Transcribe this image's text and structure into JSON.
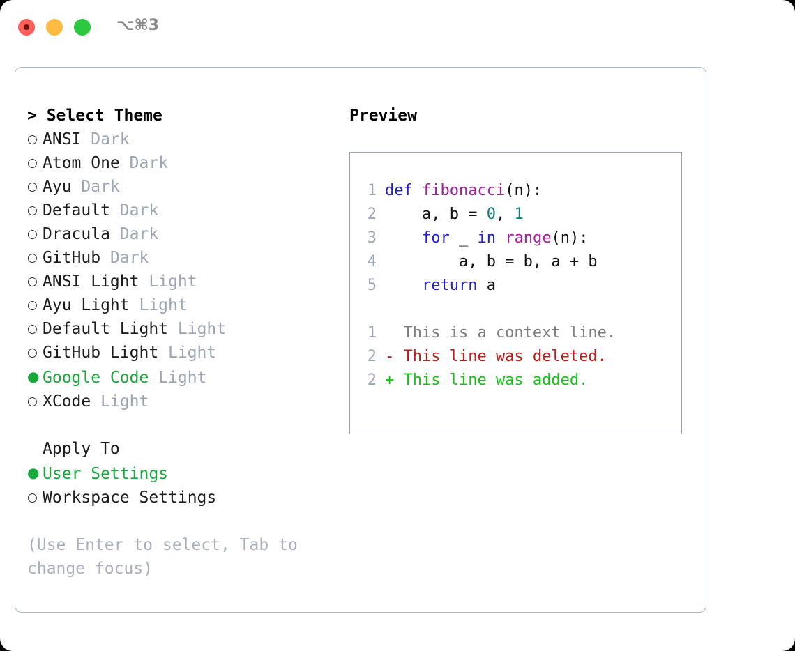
{
  "window": {
    "title": "⌥⌘3",
    "traffic_lights": [
      {
        "name": "close",
        "color": "#fc6058"
      },
      {
        "name": "minimize",
        "color": "#fdbc40"
      },
      {
        "name": "maximize",
        "color": "#2bc840"
      }
    ]
  },
  "theme_panel": {
    "heading": "> Select Theme",
    "items": [
      {
        "marker": "○",
        "name": "ANSI",
        "kind": "Dark",
        "selected": false
      },
      {
        "marker": "○",
        "name": "Atom One",
        "kind": "Dark",
        "selected": false
      },
      {
        "marker": "○",
        "name": "Ayu",
        "kind": "Dark",
        "selected": false
      },
      {
        "marker": "○",
        "name": "Default",
        "kind": "Dark",
        "selected": false
      },
      {
        "marker": "○",
        "name": "Dracula",
        "kind": "Dark",
        "selected": false
      },
      {
        "marker": "○",
        "name": "GitHub",
        "kind": "Dark",
        "selected": false
      },
      {
        "marker": "○",
        "name": "ANSI Light",
        "kind": "Light",
        "selected": false
      },
      {
        "marker": "○",
        "name": "Ayu Light",
        "kind": "Light",
        "selected": false
      },
      {
        "marker": "○",
        "name": "Default Light",
        "kind": "Light",
        "selected": false
      },
      {
        "marker": "○",
        "name": "GitHub Light",
        "kind": "Light",
        "selected": false
      },
      {
        "marker": "●",
        "name": "Google Code",
        "kind": "Light",
        "selected": true
      },
      {
        "marker": "○",
        "name": "XCode",
        "kind": "Light",
        "selected": false
      }
    ]
  },
  "apply_to": {
    "heading": "Apply To",
    "options": [
      {
        "marker": "●",
        "label": "User Settings",
        "selected": true
      },
      {
        "marker": "○",
        "label": "Workspace Settings",
        "selected": false
      }
    ]
  },
  "hint": "(Use Enter to select, Tab to change focus)",
  "preview": {
    "title": "Preview",
    "code_lines": [
      {
        "no": "1",
        "tokens": [
          {
            "t": "def ",
            "c": "kw"
          },
          {
            "t": "fibonacci",
            "c": "fn"
          },
          {
            "t": "(n):",
            "c": "plain"
          }
        ]
      },
      {
        "no": "2",
        "tokens": [
          {
            "t": "    a, b = ",
            "c": "plain"
          },
          {
            "t": "0",
            "c": "num"
          },
          {
            "t": ", ",
            "c": "plain"
          },
          {
            "t": "1",
            "c": "num"
          }
        ]
      },
      {
        "no": "3",
        "tokens": [
          {
            "t": "    ",
            "c": "plain"
          },
          {
            "t": "for",
            "c": "kw"
          },
          {
            "t": " _ ",
            "c": "plain"
          },
          {
            "t": "in",
            "c": "kw"
          },
          {
            "t": " ",
            "c": "plain"
          },
          {
            "t": "range",
            "c": "fn"
          },
          {
            "t": "(n):",
            "c": "plain"
          }
        ]
      },
      {
        "no": "4",
        "tokens": [
          {
            "t": "        a, b = b, a + b",
            "c": "plain"
          }
        ]
      },
      {
        "no": "5",
        "tokens": [
          {
            "t": "    ",
            "c": "plain"
          },
          {
            "t": "return",
            "c": "kw"
          },
          {
            "t": " a",
            "c": "plain"
          }
        ]
      }
    ],
    "diff_lines": [
      {
        "no": "1",
        "sign": "  ",
        "text": "This is a context line.",
        "kind": "ctx"
      },
      {
        "no": "2",
        "sign": "- ",
        "text": "This line was deleted.",
        "kind": "del"
      },
      {
        "no": "2",
        "sign": "+ ",
        "text": "This line was added.",
        "kind": "add"
      }
    ]
  },
  "colors": {
    "accent_green": "#1aa83c",
    "muted": "#9aa5b5",
    "keyword": "#2222c7",
    "function": "#a0219b",
    "number": "#0f7f7f",
    "diff_add": "#14c414",
    "diff_del": "#c41a1a",
    "border": "#adb8c4"
  }
}
